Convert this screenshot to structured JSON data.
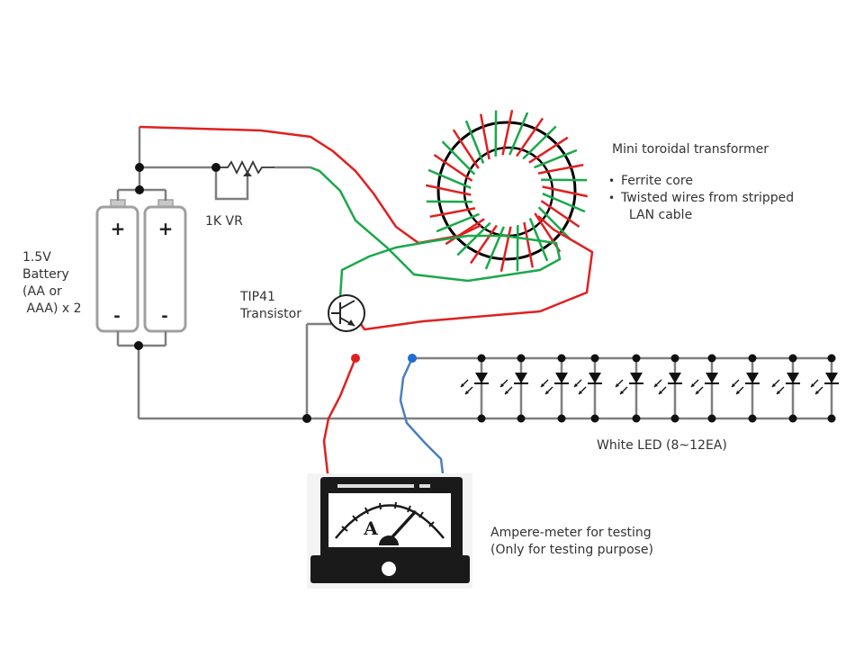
{
  "labels": {
    "transformer_title": "Mini toroidal transformer",
    "transformer_bullets": [
      "Ferrite core",
      "Twisted wires from stripped\n  LAN cable"
    ],
    "battery_lines": [
      "1.5V",
      "Battery",
      "(AA or",
      " AAA) x 2"
    ],
    "battery_plus": "+",
    "battery_minus": "-",
    "vr": "1K VR",
    "transistor_lines": [
      "TIP41",
      "Transistor"
    ],
    "led": "White LED (8~12EA)",
    "meter_glyph": "A",
    "meter_lines": [
      "Ampere-meter for testing",
      "(Only for testing purpose)"
    ]
  },
  "colors": {
    "wire": "#7f7f7f",
    "red_wire": "#e02020",
    "green_wire": "#1aa84a",
    "blue_wire": "#4a7fbf",
    "junction": "#111111",
    "red_probe": "#e02020",
    "blue_probe": "#1f6fcf",
    "battery_outline": "#a0a0a0",
    "meter_body": "#1a1a1a"
  },
  "led_count": 10,
  "icons": [
    "battery-icon",
    "potentiometer-icon",
    "transistor-icon",
    "toroid-icon",
    "led-icon",
    "ammeter-icon"
  ]
}
